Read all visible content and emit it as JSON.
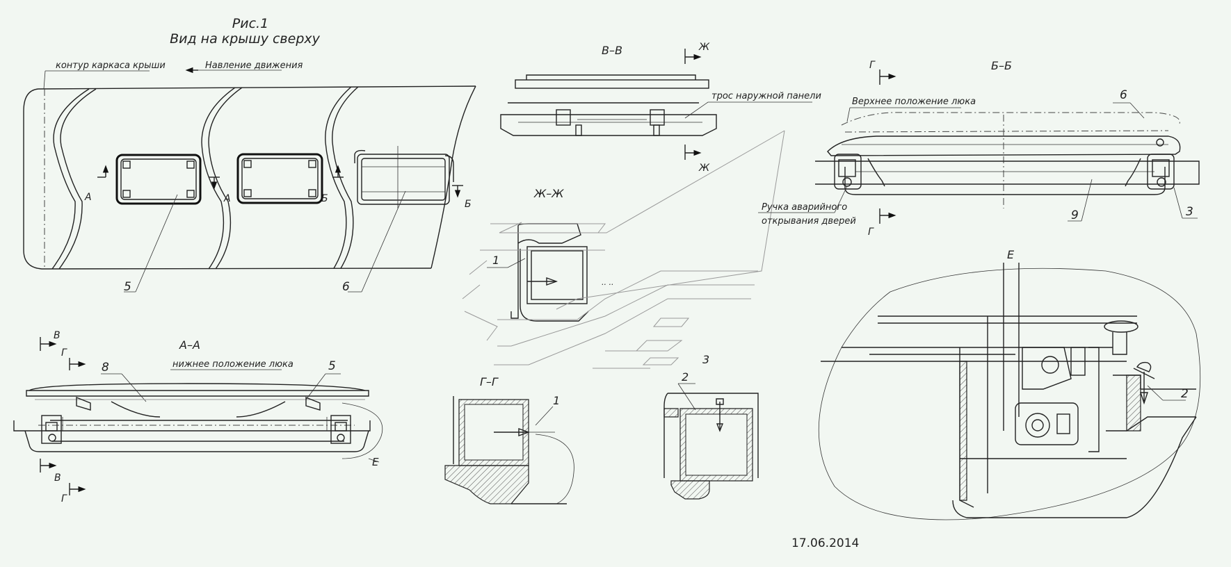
{
  "figure": {
    "title": "Рис.1",
    "subtitle": "Вид на крышу сверху"
  },
  "labels": {
    "roof_contour": "контур каркаса крыши",
    "direction": "Навление движения",
    "section_aa": "А–А",
    "section_bb": "Б–Б",
    "section_vv": "В–В",
    "section_gg": "Г–Г",
    "section_zhzh": "Ж–Ж",
    "view_e": "Е",
    "lower_position": "нижнее положение люка",
    "upper_position": "Верхнее положение люка",
    "outer_panel_cable": "трос наружной панели",
    "emergency_handle_1": "Ручка аварийного",
    "emergency_handle_2": "открывания дверей"
  },
  "markers": {
    "a": "А",
    "b": "Б",
    "v": "В",
    "g": "Г",
    "zh": "Ж",
    "e": "Е"
  },
  "callouts": {
    "n1": "1",
    "n2": "2",
    "n3": "3",
    "n5": "5",
    "n6": "6",
    "n8": "8",
    "n9": "9"
  },
  "date": "17.06.2014",
  "colors": {
    "background": "#f2f7f2",
    "line": "#222222"
  }
}
